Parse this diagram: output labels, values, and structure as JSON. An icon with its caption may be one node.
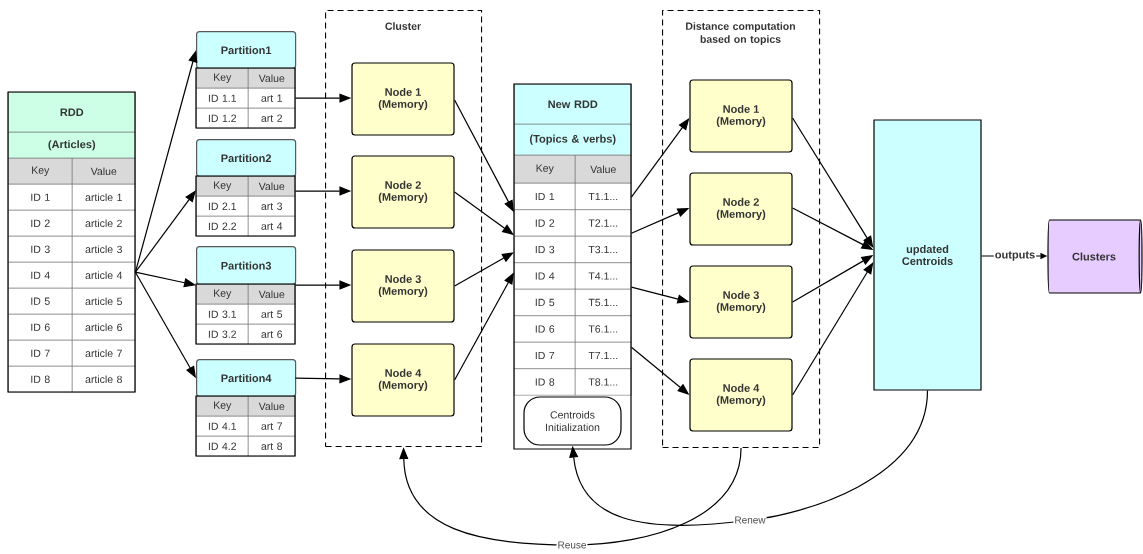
{
  "diagram": {
    "nodes": [
      {
        "text": [
          "RDD",
          "(Articles)",
          "Key",
          "Value",
          "ID 1",
          "article 1",
          "ID 2",
          "article 2",
          "ID 3",
          "article 3",
          "ID 4",
          "article 4",
          "ID 5",
          "article 5",
          "ID 6",
          "article 6",
          "ID 7",
          "article 7",
          "ID 8",
          "article 8"
        ]
      },
      {
        "text": [
          "Partition1",
          "Key",
          "Value",
          "ID 1.1",
          "art 1",
          "ID 1.2",
          "art 2"
        ]
      },
      {
        "text": [
          "Partition2",
          "Key",
          "Value",
          "ID 2.1",
          "art 3",
          "ID 2.2",
          "art 4"
        ]
      },
      {
        "text": [
          "Partition3",
          "Key",
          "Value",
          "ID 3.1",
          "art 5",
          "ID 3.2",
          "art 6"
        ]
      },
      {
        "text": [
          "Partition4",
          "Key",
          "Value",
          "ID 4.1",
          "art 7",
          "ID 4.2",
          "art 8"
        ]
      },
      {
        "text": [
          "Cluster"
        ]
      },
      {
        "text": [
          "Node 1 (Memory)"
        ],
        "in": 5
      },
      {
        "text": [
          "Node 2 (Memory)"
        ],
        "in": 5
      },
      {
        "text": [
          "Node 3 (Memory)"
        ],
        "in": 5
      },
      {
        "text": [
          "Node 4 (Memory)"
        ],
        "in": 5
      },
      {
        "text": [
          "New RDD",
          "(Topics & verbs)",
          "Key",
          "Value",
          "ID 1",
          "T1.1...",
          "ID 2",
          "T2.1...",
          "ID 3",
          "T3.1...",
          "ID 4",
          "T4.1...",
          "ID 5",
          "T5.1...",
          "ID 6",
          "T6.1...",
          "ID 7",
          "T7.1...",
          "ID 8",
          "T8.1..."
        ]
      },
      {
        "text": [
          "Centroids Initialization"
        ],
        "in": 10
      },
      {
        "text": [
          "Distance computation based on topics"
        ]
      },
      {
        "text": [
          "Node 1 (Memory)"
        ],
        "in": 12
      },
      {
        "text": [
          "Node 2 (Memory)"
        ],
        "in": 12
      },
      {
        "text": [
          "Node 3 (Memory)"
        ],
        "in": 12
      },
      {
        "text": [
          "Node 4 (Memory)"
        ],
        "in": 12
      },
      {
        "text": [
          "updated Centroids"
        ]
      },
      {
        "text": [
          "Clusters"
        ]
      }
    ],
    "edges": [
      {
        "from": 0,
        "to": 1,
        "arrow": "to"
      },
      {
        "from": 0,
        "to": 2,
        "arrow": "to"
      },
      {
        "from": 0,
        "to": 3,
        "arrow": "to"
      },
      {
        "from": 0,
        "to": 4,
        "arrow": "to"
      },
      {
        "from": 1,
        "to": 6,
        "arrow": "to"
      },
      {
        "from": 2,
        "to": 7,
        "arrow": "to"
      },
      {
        "from": 3,
        "to": 8,
        "arrow": "to"
      },
      {
        "from": 4,
        "to": 9,
        "arrow": "to"
      },
      {
        "from": 6,
        "to": 10,
        "arrow": "to"
      },
      {
        "from": 7,
        "to": 10,
        "arrow": "to"
      },
      {
        "from": 8,
        "to": 10,
        "arrow": "to"
      },
      {
        "from": 9,
        "to": 10,
        "arrow": "to"
      },
      {
        "from": 10,
        "to": 13,
        "arrow": "to"
      },
      {
        "from": 10,
        "to": 14,
        "arrow": "to"
      },
      {
        "from": 10,
        "to": 15,
        "arrow": "to"
      },
      {
        "from": 10,
        "to": 16,
        "arrow": "to"
      },
      {
        "from": 13,
        "to": 17,
        "arrow": "to"
      },
      {
        "from": 14,
        "to": 17,
        "arrow": "to"
      },
      {
        "from": 15,
        "to": 17,
        "arrow": "to"
      },
      {
        "from": 16,
        "to": 17,
        "arrow": "to"
      },
      {
        "from": 17,
        "to": 18,
        "arrow": "to",
        "label": "outputs"
      },
      {
        "from": 12,
        "to": 5,
        "arrow": "to",
        "label": "Reuse"
      },
      {
        "from": 17,
        "to": 11,
        "arrow": "to",
        "label": "Renew"
      }
    ]
  }
}
